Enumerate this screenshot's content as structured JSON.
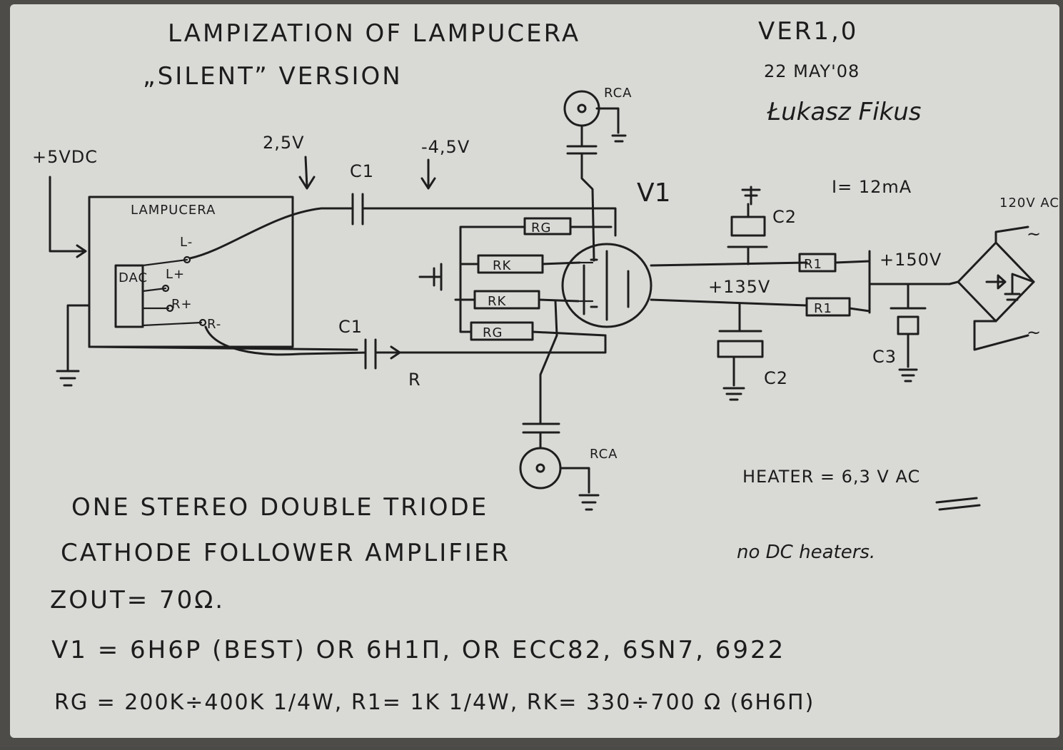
{
  "header": {
    "title": "LAMPIZATION OF LAMPUCERA",
    "version": "VER1,0",
    "subtitle": "„SILENT” VERSION",
    "date": "22 MAY'08",
    "author": "Łukasz Fikus"
  },
  "supply_in": "+5VDC",
  "voltages": {
    "dac_out": "2,5V",
    "after_cap": "-4,5V",
    "cathode": "+135V",
    "bplus": "+150V",
    "current": "I= 12mA"
  },
  "components": {
    "lampucera": "LAMPUCERA",
    "dac": "DAC",
    "pin_lminus": "L-",
    "pin_lplus": "L+",
    "pin_rplus": "R+",
    "pin_rminus": "R-",
    "c1": "C1",
    "c2": "C2",
    "c3": "C3",
    "rg": "RG",
    "rk": "RK",
    "r1": "R1",
    "v1": "V1",
    "rca": "RCA",
    "r_out": "R",
    "mains": "120V AC",
    "ac_symbol": "~"
  },
  "heater": {
    "spec": "HEATER = 6,3 V AC",
    "note": "no DC heaters."
  },
  "notes": [
    "ONE STEREO DOUBLE TRIODE",
    "CATHODE FOLLOWER AMPLIFIER",
    "ZOUT= 70Ω.",
    "V1 = 6H6P (BEST) OR 6H1П, OR ECC82, 6SN7, 6922",
    "RG = 200K÷400K 1/4W, R1= 1K 1/4W, RK= 330÷700 Ω (6H6П)"
  ]
}
